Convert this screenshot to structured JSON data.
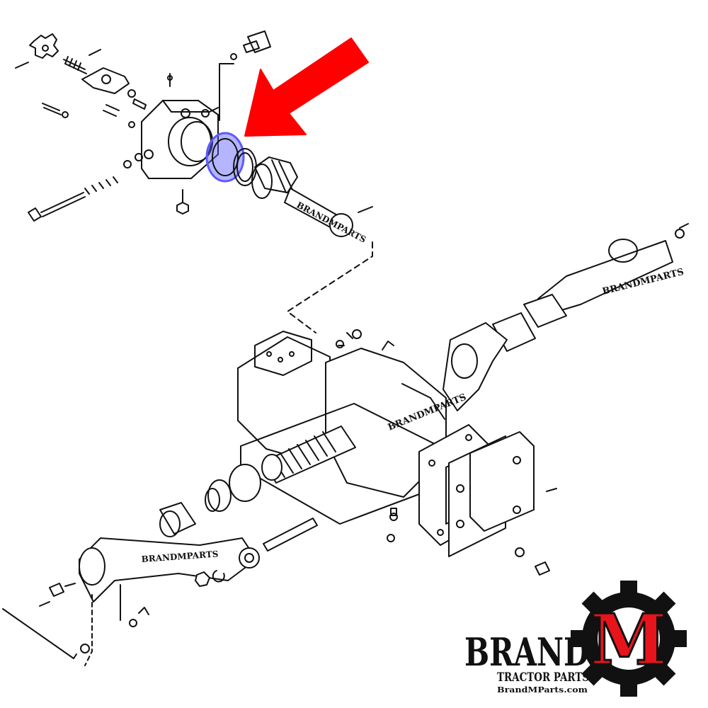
{
  "diagram": {
    "watermark": "BRANDMPARTS",
    "highlight_color": "#5b5bff",
    "arrow_color": "#ff0000"
  },
  "logo": {
    "brand": "BRAND",
    "letter": "M",
    "tagline": "TRACTOR PARTS",
    "url": "BrandMParts.com",
    "letter_color": "#e8141b",
    "icon": "gear-icon"
  }
}
